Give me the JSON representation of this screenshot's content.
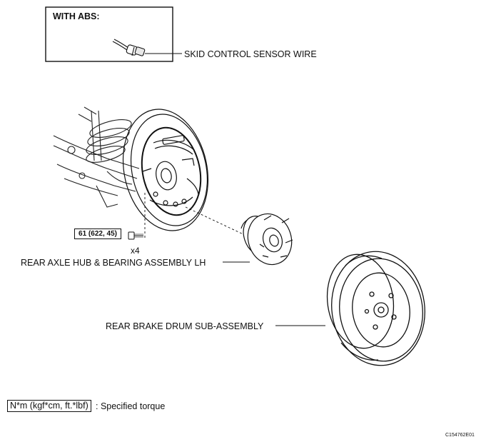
{
  "abs_inset": {
    "title": "WITH ABS:",
    "label": "SKID CONTROL SENSOR WIRE"
  },
  "callouts": {
    "torque_value": "61 (622, 45)",
    "bolt_quantity": "x4",
    "hub_label": "REAR AXLE HUB & BEARING ASSEMBLY LH",
    "drum_label": "REAR BRAKE DRUM SUB-ASSEMBLY"
  },
  "legend": {
    "unit_box": "N*m (kgf*cm, ft.*lbf)",
    "description": ": Specified torque"
  },
  "figure_code": "C154762E01"
}
